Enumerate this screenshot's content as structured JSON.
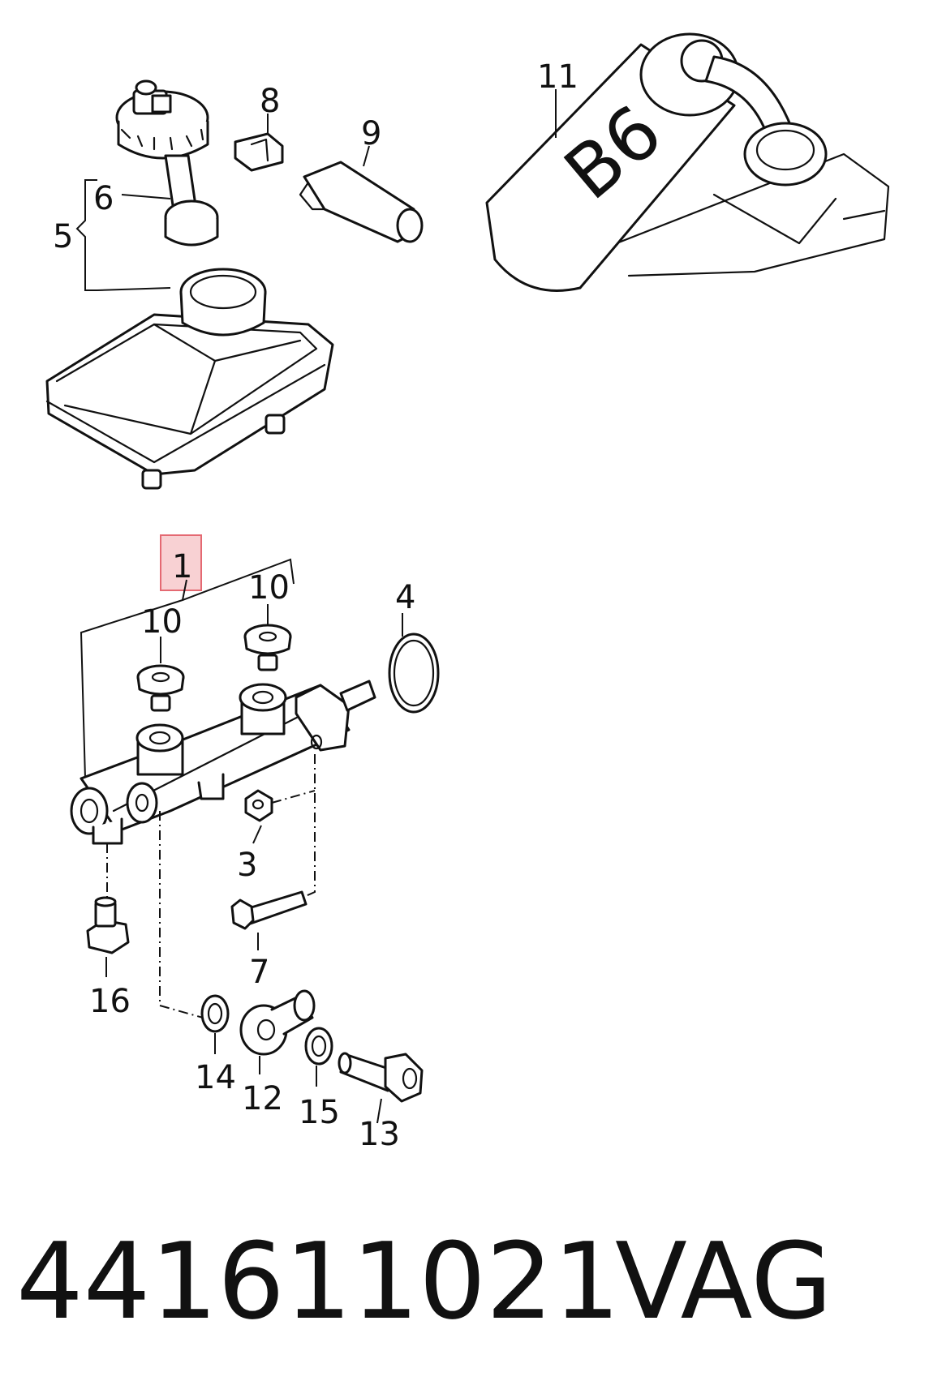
{
  "labels": {
    "l1": "1",
    "l3": "3",
    "l4": "4",
    "l5": "5",
    "l6": "6",
    "l7": "7",
    "l8": "8",
    "l9": "9",
    "l10a": "10",
    "l10b": "10",
    "l11": "11",
    "l12": "12",
    "l13": "13",
    "l14": "14",
    "l15": "15",
    "l16": "16"
  },
  "reservoir_decal": "B6",
  "footer": {
    "part_number": "441611021",
    "brand": "VAG"
  },
  "colors": {
    "highlight_fill": "#f7c9cc",
    "highlight_stroke": "#e0505a",
    "line": "#111111"
  }
}
